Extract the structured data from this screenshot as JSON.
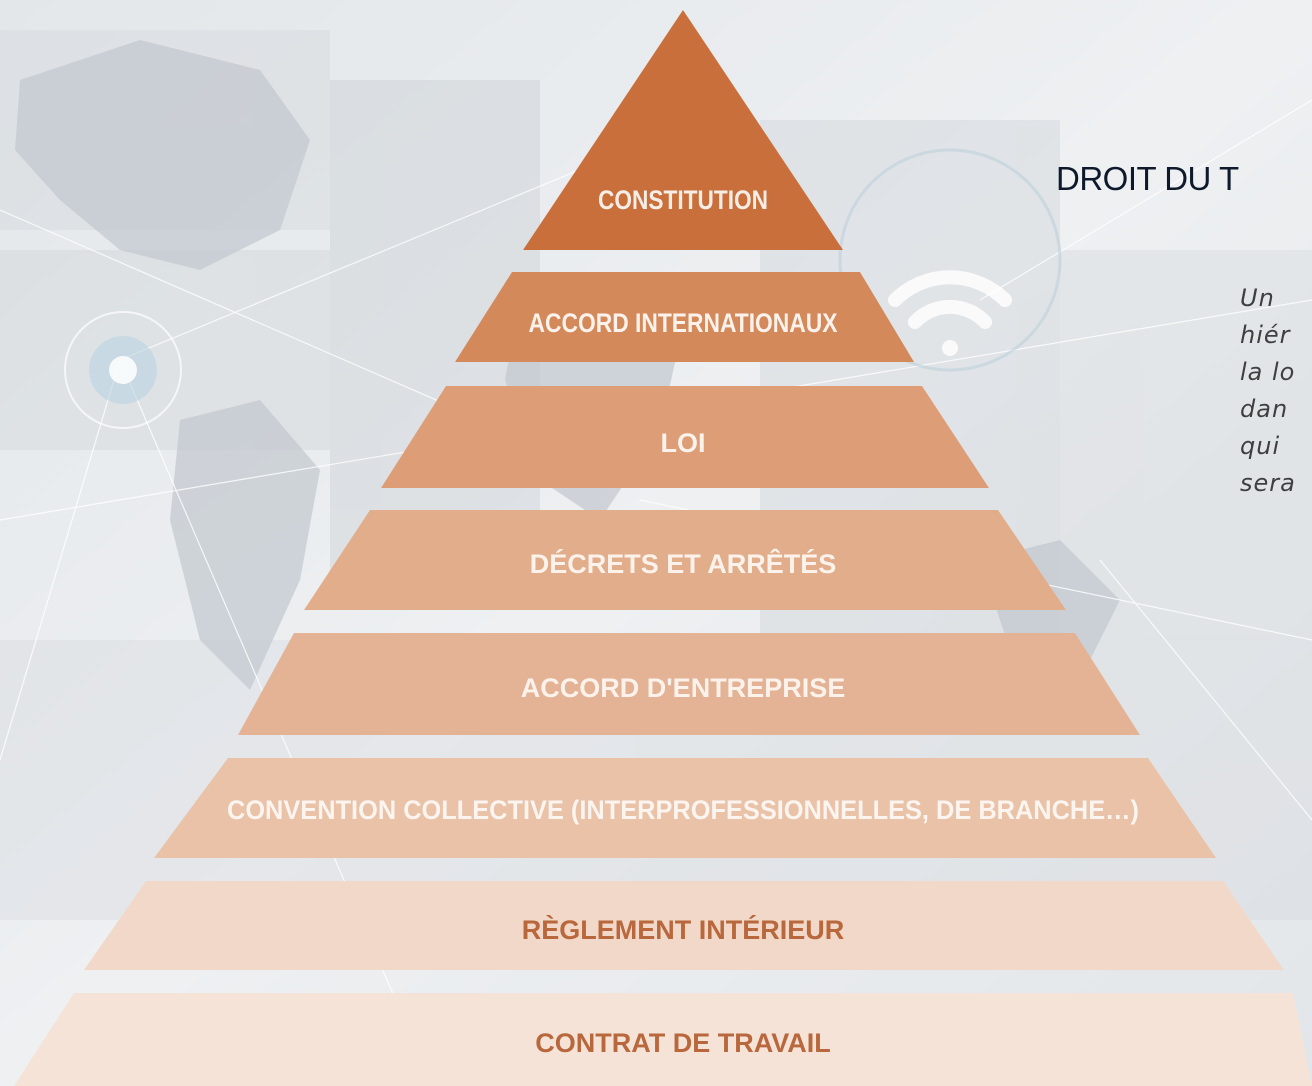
{
  "title": "DROIT DU T",
  "pyramid": {
    "tiers": [
      {
        "label": "CONSTITUTION",
        "fill": "#c96f3b",
        "text_color": "#f6ede6"
      },
      {
        "label": "ACCORD INTERNATIONAUX",
        "fill": "#d4895b",
        "text_color": "#fbf2ec"
      },
      {
        "label": "LOI",
        "fill": "#dd9e77",
        "text_color": "#fbf2ec"
      },
      {
        "label": "DÉCRETS ET ARRÊTÉS",
        "fill": "#e2ad8a",
        "text_color": "#fbf2ec"
      },
      {
        "label": "ACCORD D'ENTREPRISE",
        "fill": "#e4b395",
        "text_color": "#fbf2ec"
      },
      {
        "label": "CONVENTION COLLECTIVE (INTERPROFESSIONNELLES, DE BRANCHE…)",
        "fill": "#e9c2a8",
        "text_color": "#fbf4ef"
      },
      {
        "label": "RÈGLEMENT INTÉRIEUR",
        "fill": "#f2d8c8",
        "text_color": "#b8683c"
      },
      {
        "label": "CONTRAT DE TRAVAIL",
        "fill": "#f5e3d8",
        "text_color": "#b8683c"
      }
    ]
  },
  "description": {
    "lines": [
      "Un",
      "hiér",
      "la lo",
      "dan",
      "qui",
      "sera"
    ]
  },
  "colors": {
    "background": "#e9ecee",
    "map_land": "#c6ccd1",
    "network_lines": "#ffffff",
    "title": "#0e1a2b"
  },
  "icons": [
    "world-map",
    "wifi-icon",
    "network-node-icon"
  ]
}
